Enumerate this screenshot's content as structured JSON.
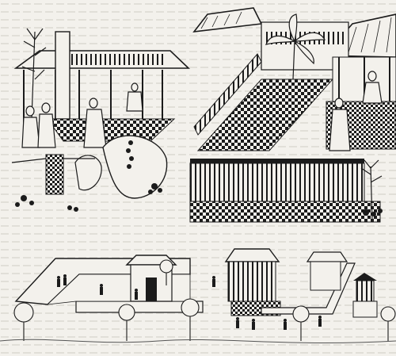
{
  "image": {
    "kind": "line-engraving",
    "panels": [
      {
        "name": "panel-top-left",
        "subject": "pavilion-garden"
      },
      {
        "name": "panel-top-right",
        "subject": "courtyard-veranda"
      },
      {
        "name": "panel-middle-right",
        "subject": "fenced-terrace"
      },
      {
        "name": "panel-bottom",
        "subject": "palace-compound"
      }
    ],
    "colors": {
      "paper": "#f3f1ec",
      "ink": "#1b1b1b",
      "shade": "#555555",
      "light": "#bdbab3"
    }
  }
}
